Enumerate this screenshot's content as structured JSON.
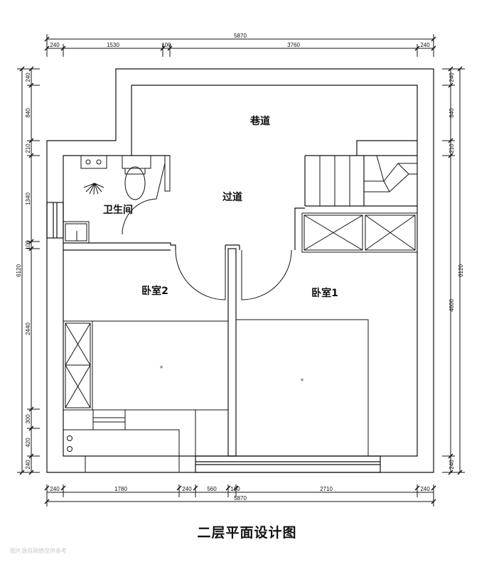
{
  "title": "二层平面设计图",
  "watermark": "图片源自网络仅供参考",
  "rooms": {
    "alley": "巷道",
    "corridor": "过道",
    "bathroom": "卫生间",
    "bedroom2": "卧室2",
    "bedroom1": "卧室1",
    "bed_label": "床"
  },
  "dimensions": {
    "top_total": "5870",
    "top": [
      "240",
      "1530",
      "100",
      "3760",
      "240"
    ],
    "bottom_total": "5870",
    "bottom": [
      "240",
      "1780",
      "240",
      "560",
      "100",
      "2710",
      "240"
    ],
    "left": [
      "240",
      "840",
      "210",
      "1340",
      "100",
      "2440",
      "300",
      "420",
      "240"
    ],
    "left_total": "6120",
    "right": [
      "240",
      "840",
      "210",
      "4600",
      "240"
    ],
    "right_total": "6120"
  }
}
